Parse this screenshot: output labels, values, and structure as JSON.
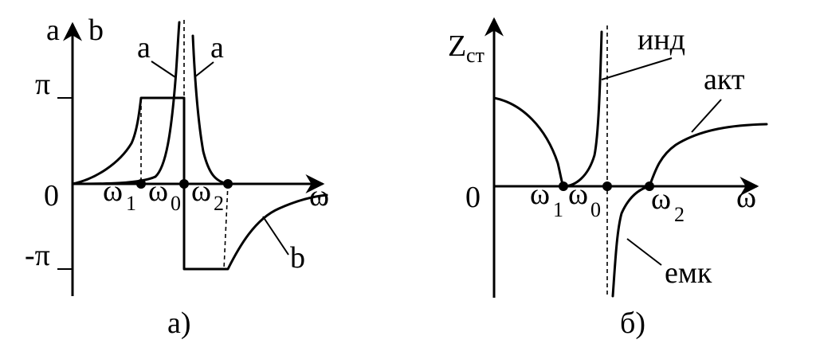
{
  "left": {
    "axis_a": "a",
    "axis_b": "b",
    "pi": "π",
    "minus_pi": "-π",
    "zero": "0",
    "curve_label_a_left": "a",
    "curve_label_a_right": "a",
    "curve_label_b": "b",
    "omega": "ω",
    "omega1_base": "ω",
    "omega1_sub": "1",
    "omega0_base": "ω",
    "omega0_sub": "0",
    "omega2_base": "ω",
    "omega2_sub": "2",
    "caption": "а)"
  },
  "right": {
    "axis_z_base": "Z",
    "axis_z_sub": "ст",
    "zero": "0",
    "omega": "ω",
    "omega1_base": "ω",
    "omega1_sub": "1",
    "omega0_base": "ω",
    "omega0_sub": "0",
    "omega2_base": "ω",
    "omega2_sub": "2",
    "label_ind": "инд",
    "label_akt": "акт",
    "label_emk": "емк",
    "caption": "б)"
  }
}
